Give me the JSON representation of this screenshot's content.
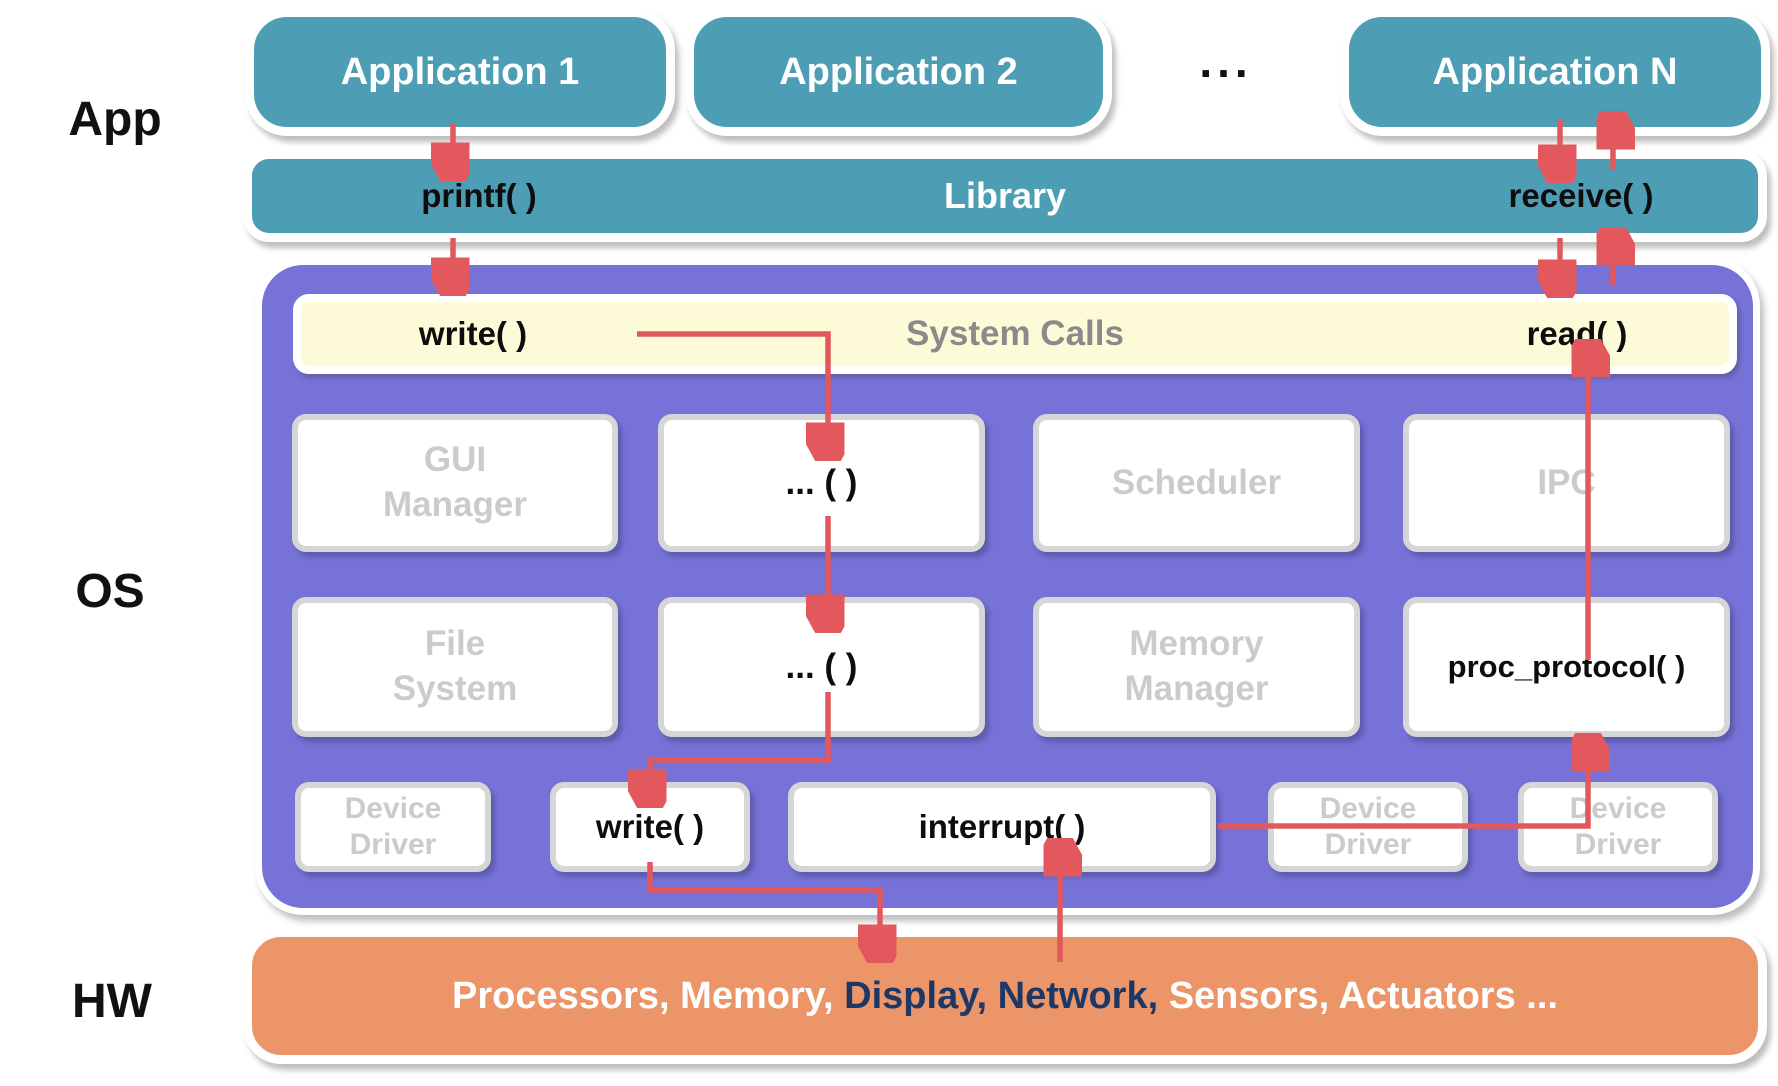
{
  "side_labels": {
    "app": "App",
    "os": "OS",
    "hw": "HW"
  },
  "app_layer": {
    "boxes": [
      {
        "label": "Application 1"
      },
      {
        "label": "Application 2"
      },
      {
        "label": "Application N"
      }
    ],
    "dots": "..."
  },
  "library_bar": {
    "printf": "printf( )",
    "title": "Library",
    "receive": "receive( )"
  },
  "os_layer": {
    "system_calls": {
      "write": "write( )",
      "title": "System Calls",
      "read": "read( )"
    },
    "row1": [
      {
        "label": "GUI\nManager"
      },
      {
        "label": "... ( )"
      },
      {
        "label": "Scheduler"
      },
      {
        "label": "IPC"
      }
    ],
    "row2": [
      {
        "label": "File\nSystem"
      },
      {
        "label": "... ( )"
      },
      {
        "label": "Memory\nManager"
      },
      {
        "label": "proc_protocol( )"
      }
    ],
    "row3": [
      {
        "label": "Device\nDriver"
      },
      {
        "label": "write( )"
      },
      {
        "label": "interrupt( )"
      },
      {
        "label": "Device\nDriver"
      },
      {
        "label": "Device\nDriver"
      }
    ]
  },
  "hw_layer": {
    "segments": [
      {
        "text": "Processors, Memory, "
      },
      {
        "text": "Display,"
      },
      {
        "text": " "
      },
      {
        "text": "Network,"
      },
      {
        "text": " "
      },
      {
        "text": "Sensors, Actuators ..."
      }
    ]
  },
  "colors": {
    "teal": "#4d9eb4",
    "purple": "#7672d8",
    "yellow": "#fdfbd7",
    "orange": "#ec9568",
    "arrow_red": "#e2585c",
    "navy": "#1e3765",
    "gray_text": "#cbcbcb"
  }
}
